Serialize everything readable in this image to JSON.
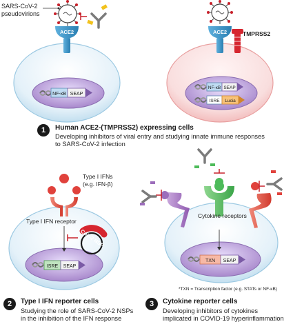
{
  "top": {
    "pseudovirions_label": "SARS-CoV-2 pseudovirions",
    "ace2_left": "ACE2",
    "ace2_right": "ACE2",
    "tmprss2": "TMPRSS2",
    "nfkb_left": "NF-κB",
    "seap_left": "SEAP",
    "nfkb_right": "NF-κB",
    "seap_right": "SEAP",
    "isre_right": "ISRE",
    "lucia_right": "Lucia"
  },
  "section1": {
    "number": "1",
    "title": "Human ACE2-(TMPRSS2) expressing cells",
    "desc_line1": "Developing inhibitors of viral entry and studying innate immune responses",
    "desc_line2": "to SARS-CoV-2 infection"
  },
  "ifn": {
    "ifn_label_line1": "Type I IFNs",
    "ifn_label_line2": "(e.g. IFN-β)",
    "receptor_label": "Type I IFN receptor",
    "nsp_label": "CoV-2 NSP",
    "isre": "ISRE",
    "seap": "SEAP"
  },
  "cytokine": {
    "receptors_label": "Cytokine receptors",
    "txn": "TXN",
    "seap": "SEAP",
    "footnote": "*TXN = Transcription factor (e.g. STATs or NF-κB)"
  },
  "section2": {
    "number": "2",
    "title": "Type I IFN reporter cells",
    "desc_line1": "Studying the role of SARS-CoV-2 NSPs",
    "desc_line2": "in the inhibition of the IFN response"
  },
  "section3": {
    "number": "3",
    "title": "Cytokine reporter cells",
    "desc_line1": "Developing inhibitors of cytokines",
    "desc_line2": "implicated in COVID-19 hyperinflammation"
  },
  "colors": {
    "cell_blue": "#cfe6f4",
    "cell_pink": "#f8d1d1",
    "nucleus_purple": "#b89fd0",
    "receptor_blue": "#3d96c8",
    "tmprss2_red": "#d6262f",
    "ifn_red": "#e0423c",
    "green": "#4dbb5a"
  }
}
